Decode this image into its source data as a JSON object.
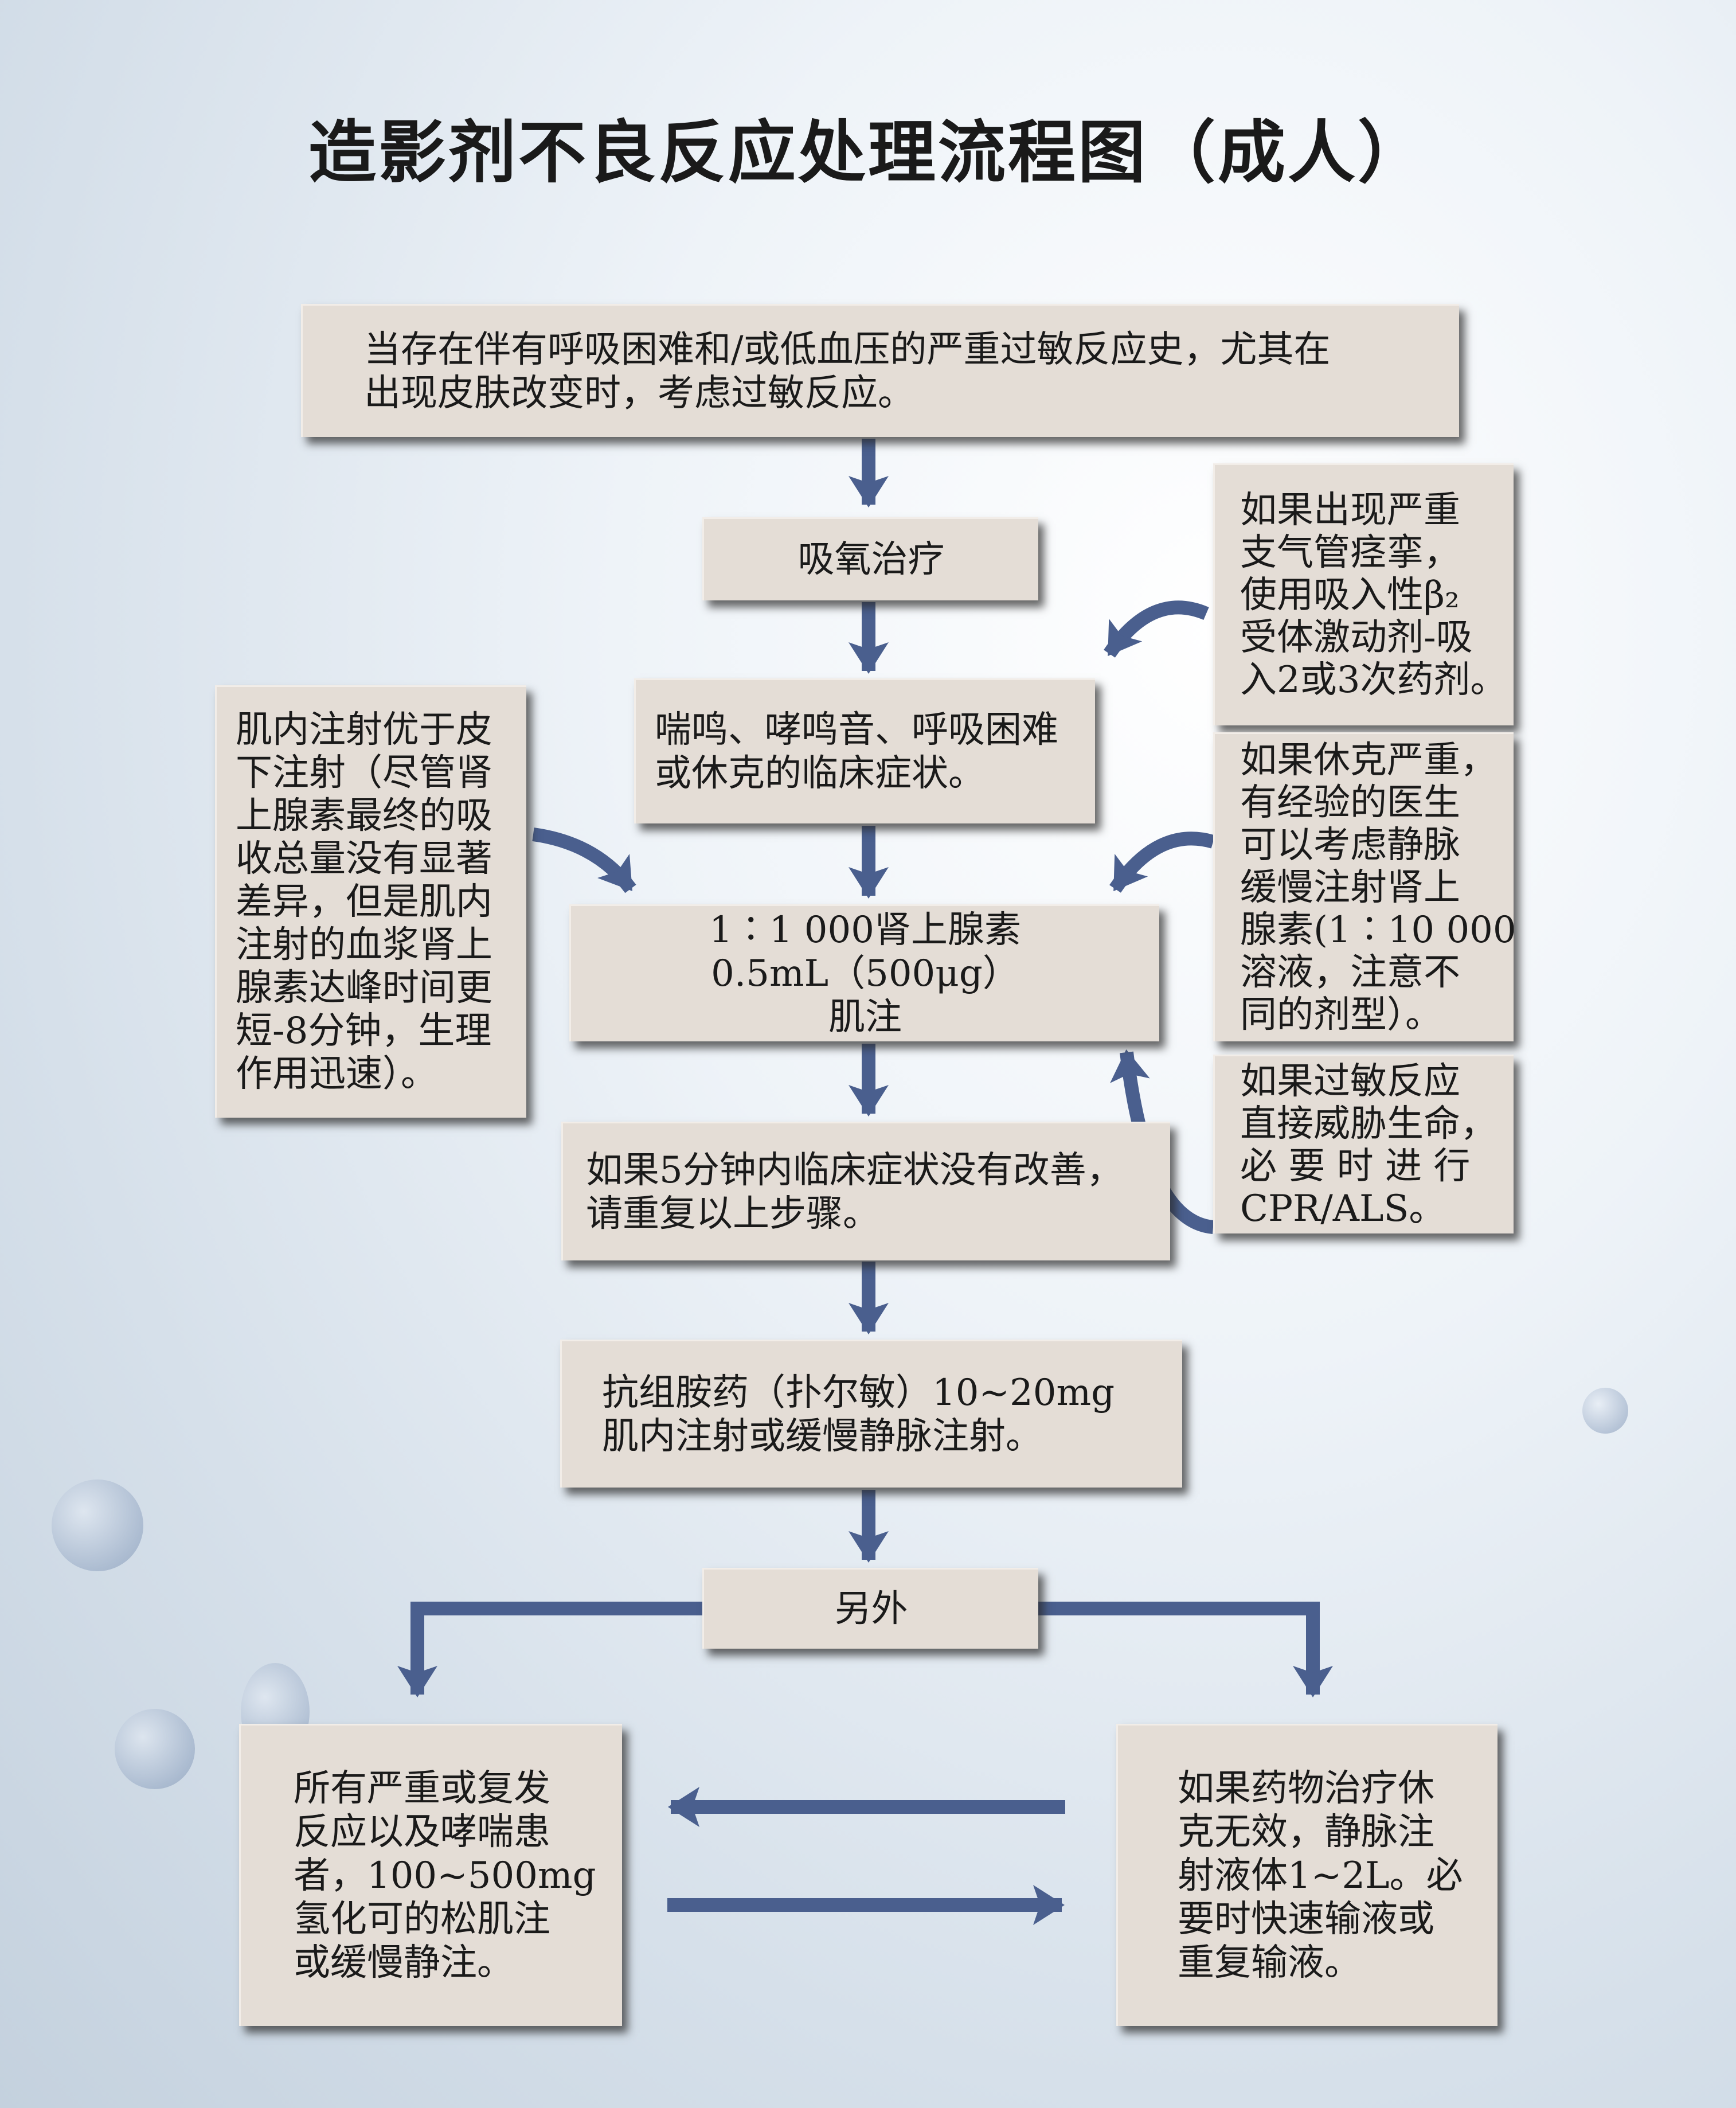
{
  "title": "造影剂不良反应处理流程图（成人）",
  "colors": {
    "box": "#e4ddd6",
    "arrow": "#4a5f8e",
    "text": "#1a1a1a"
  },
  "main_flow": [
    {
      "id": "initial",
      "lines": [
        "当存在伴有呼吸困难和/或低血压的严重过敏反应史，尤其在",
        "出现皮肤改变时，考虑过敏反应。"
      ]
    },
    {
      "id": "oxygen",
      "lines": [
        "吸氧治疗"
      ]
    },
    {
      "id": "symptoms",
      "lines": [
        "喘鸣、哮鸣音、呼吸困难",
        "或休克的临床症状。"
      ]
    },
    {
      "id": "epinephrine",
      "lines": [
        "1∶1 000肾上腺素",
        "0.5mL（500μg）",
        "肌注"
      ]
    },
    {
      "id": "repeat",
      "lines": [
        "如果5分钟内临床症状没有改善，",
        "请重复以上步骤。"
      ]
    },
    {
      "id": "antihistamine",
      "lines": [
        "抗组胺药（扑尔敏）10~20mg",
        "肌内注射或缓慢静脉注射。"
      ]
    },
    {
      "id": "additionally",
      "lines": [
        "另外"
      ]
    }
  ],
  "side_notes": {
    "left": {
      "lines": [
        "肌内注射优于皮",
        "下注射（尽管肾",
        "上腺素最终的吸",
        "收总量没有显著",
        "差异，但是肌内",
        "注射的血浆肾上",
        "腺素达峰时间更",
        "短-8分钟，生理",
        "作用迅速）。"
      ]
    },
    "right_bronchospasm": {
      "lines": [
        "如果出现严重",
        "支气管痉挛，",
        "使用吸入性β₂",
        "受体激动剂-吸",
        "入2或3次药剂。"
      ]
    },
    "right_shock": {
      "lines": [
        "如果休克严重，",
        "有经验的医生",
        "可以考虑静脉",
        "缓慢注射肾上",
        "腺素(1∶10 000",
        "溶液，注意不",
        "同的剂型）。"
      ]
    },
    "right_cpr": {
      "lines": [
        "如果过敏反应",
        "直接威胁生命，",
        "必 要 时 进 行",
        "CPR/ALS。"
      ]
    }
  },
  "bottom": {
    "left": {
      "lines": [
        "所有严重或复发",
        "反应以及哮喘患",
        "者，100~500mg",
        "氢化可的松肌注",
        "或缓慢静注。"
      ]
    },
    "right": {
      "lines": [
        "如果药物治疗休",
        "克无效，静脉注",
        "射液体1~2L。必",
        "要时快速输液或",
        "重复输液。"
      ]
    }
  }
}
